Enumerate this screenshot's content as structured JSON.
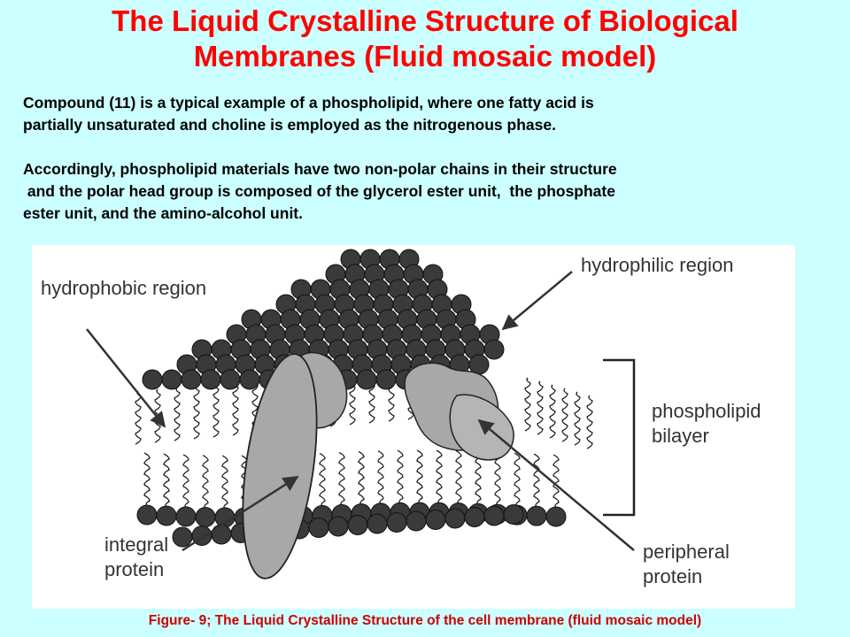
{
  "title": {
    "line1": "The Liquid Crystalline Structure of Biological",
    "line2": "Membranes (Fluid mosaic model)"
  },
  "paragraphs": {
    "p1_line1": "Compound (11) is a typical example of a phospholipid, where one fatty acid is",
    "p1_line2": "partially unsaturated and choline is employed as the nitrogenous phase.",
    "p2_line1": "Accordingly, phospholipid materials have two non-polar chains in their structure",
    "p2_line2": " and the polar head group is composed of the glycerol ester unit,  the phosphate",
    "p2_line3": "ester unit, and the amino-alcohol unit."
  },
  "figure": {
    "labels": {
      "hydrophobic": "hydrophobic region",
      "hydrophilic": "hydrophilic region",
      "bilayer_line1": "phospholipid",
      "bilayer_line2": "bilayer",
      "integral_line1": "integral",
      "integral_line2": "protein",
      "peripheral_line1": "peripheral",
      "peripheral_line2": "protein"
    },
    "colors": {
      "head_dark": "#3a3a3a",
      "protein_gray": "#a8a8a8",
      "tail": "#222222"
    }
  },
  "caption": "Figure- 9; The Liquid Crystalline Structure of the cell membrane (fluid mosaic model)"
}
